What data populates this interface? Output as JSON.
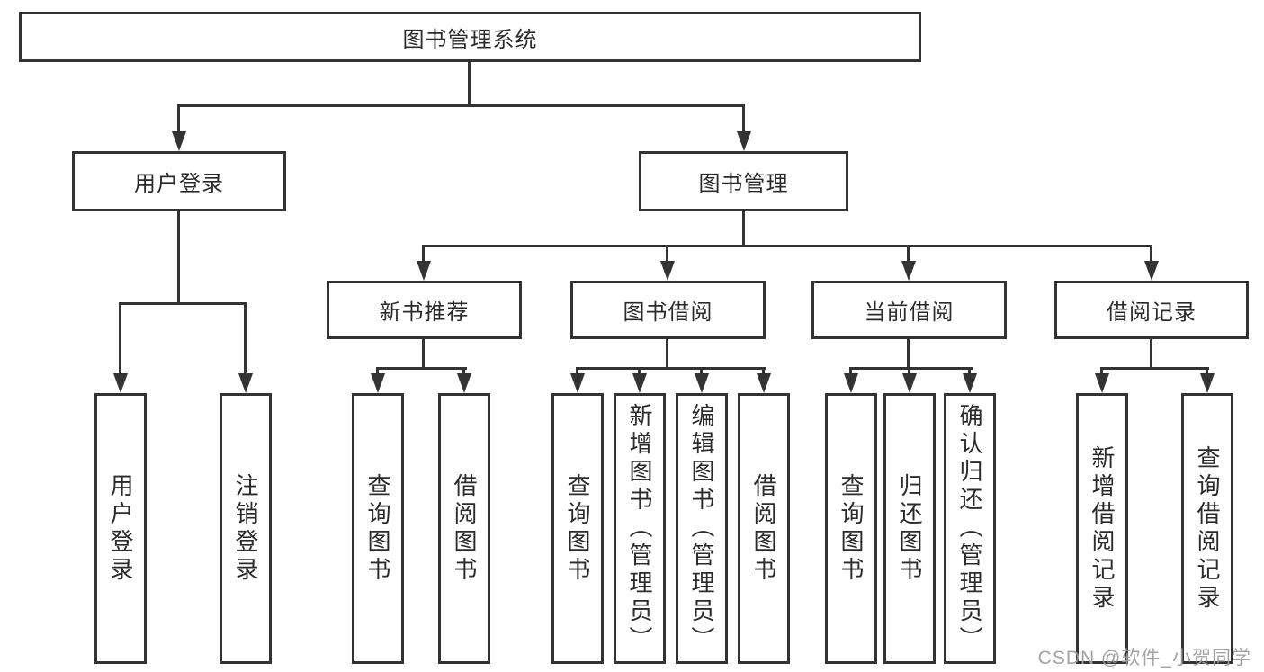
{
  "diagram": {
    "root": {
      "label": "图书管理系统"
    },
    "branches": [
      {
        "label": "用户登录",
        "children": [
          {
            "label": "用户登录"
          },
          {
            "label": "注销登录"
          }
        ]
      },
      {
        "label": "图书管理",
        "children": [
          {
            "label": "新书推荐",
            "children": [
              {
                "label": "查询图书"
              },
              {
                "label": "借阅图书"
              }
            ]
          },
          {
            "label": "图书借阅",
            "children": [
              {
                "label": "查询图书"
              },
              {
                "label": "新增图书（管理员）"
              },
              {
                "label": "编辑图书（管理员）"
              },
              {
                "label": "借阅图书"
              }
            ]
          },
          {
            "label": "当前借阅",
            "children": [
              {
                "label": "查询图书"
              },
              {
                "label": "归还图书"
              },
              {
                "label": "确认归还（管理员）"
              }
            ]
          },
          {
            "label": "借阅记录",
            "children": [
              {
                "label": "新增借阅记录"
              },
              {
                "label": "查询借阅记录"
              }
            ]
          }
        ]
      }
    ]
  },
  "watermark": {
    "text": "CSDN @软件_小贺同学"
  },
  "colors": {
    "line": "#333333",
    "box_fill": "#ffffff",
    "text": "#2b2b2b",
    "watermark": "#9e9e9e"
  }
}
